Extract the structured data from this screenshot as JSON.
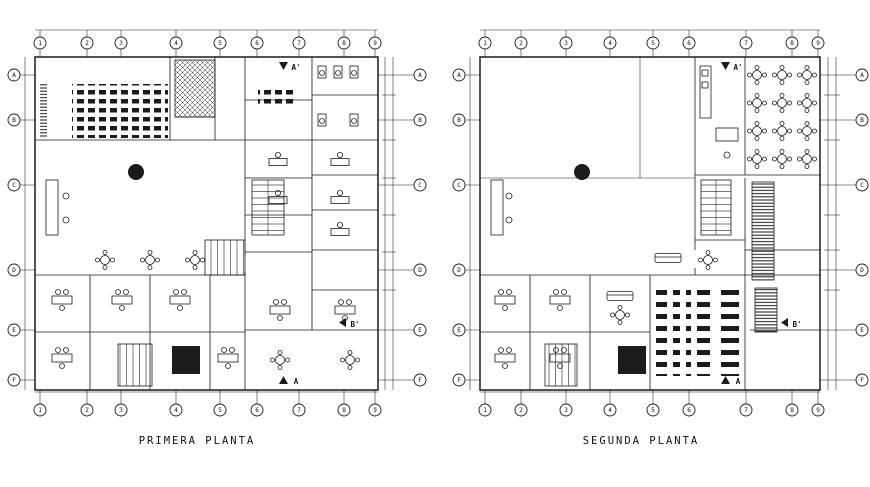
{
  "page": {
    "background": "#ffffff",
    "ink": "#1b1b1b"
  },
  "plans": [
    {
      "id": "primera",
      "title": "PRIMERA PLANTA",
      "grid_top": [
        "1",
        "2",
        "3",
        "4",
        "5",
        "6",
        "7",
        "8",
        "9"
      ],
      "grid_bottom": [
        "1",
        "2",
        "3",
        "4",
        "5",
        "6",
        "7",
        "8",
        "9"
      ],
      "grid_left": [
        "A",
        "B",
        "C",
        "D",
        "E",
        "F"
      ],
      "grid_right": [
        "A",
        "B",
        "C",
        "D",
        "E",
        "F"
      ],
      "section_top": "A'",
      "section_bottom": "A",
      "section_side": "B'"
    },
    {
      "id": "segunda",
      "title": "SEGUNDA PLANTA",
      "grid_top": [
        "1",
        "2",
        "3",
        "4",
        "5",
        "6",
        "7",
        "8",
        "9"
      ],
      "grid_bottom": [
        "1",
        "2",
        "3",
        "4",
        "5",
        "6",
        "7",
        "8",
        "9"
      ],
      "grid_left": [
        "A",
        "B",
        "C",
        "D",
        "E",
        "F"
      ],
      "grid_right": [
        "A",
        "B",
        "C",
        "D",
        "E",
        "F"
      ],
      "section_top": "A'",
      "section_bottom": "A",
      "section_side": "B'"
    }
  ]
}
